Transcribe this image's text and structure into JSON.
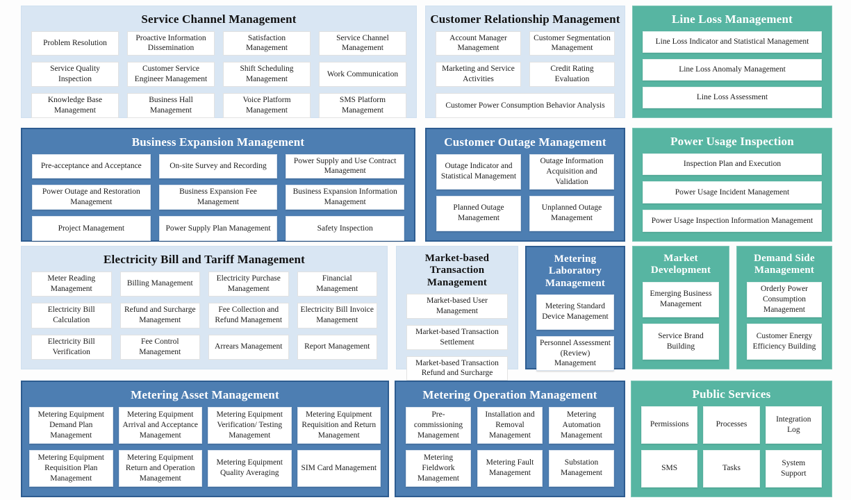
{
  "colors": {
    "panel_light": "#d9e6f3",
    "panel_blue": "#4d7eb2",
    "panel_teal": "#57b5a2",
    "box_bg": "#ffffff",
    "title_dark": "#111111",
    "title_white": "#ffffff"
  },
  "panels": [
    {
      "id": "service-channel-management",
      "title": "Service Channel Management",
      "theme": "light",
      "boxes": [
        {
          "label": "Problem Resolution"
        },
        {
          "label": "Proactive Information Dissemination"
        },
        {
          "label": "Satisfaction Management"
        },
        {
          "label": "Service Channel Management"
        },
        {
          "label": "Service Quality Inspection"
        },
        {
          "label": "Customer Service Engineer Management"
        },
        {
          "label": "Shift Scheduling Management"
        },
        {
          "label": "Work Communication"
        },
        {
          "label": "Knowledge Base Management"
        },
        {
          "label": "Business Hall Management"
        },
        {
          "label": "Voice Platform Management"
        },
        {
          "label": "SMS Platform Management"
        }
      ]
    },
    {
      "id": "customer-relationship-management",
      "title": "Customer Relationship Management",
      "theme": "light",
      "boxes": [
        {
          "label": "Account Manager Management"
        },
        {
          "label": "Customer Segmentation Management"
        },
        {
          "label": "Marketing and Service Activities"
        },
        {
          "label": "Credit Rating Evaluation"
        },
        {
          "label": "Customer Power Consumption Behavior Analysis",
          "span": 2
        }
      ]
    },
    {
      "id": "line-loss-management",
      "title": "Line Loss Management",
      "theme": "teal",
      "boxes": [
        {
          "label": "Line Loss Indicator and Statistical Management"
        },
        {
          "label": "Line Loss Anomaly Management"
        },
        {
          "label": "Line Loss Assessment"
        }
      ]
    },
    {
      "id": "business-expansion-management",
      "title": "Business Expansion Management",
      "theme": "blue",
      "boxes": [
        {
          "label": "Pre-acceptance and Acceptance"
        },
        {
          "label": "On-site Survey and Recording"
        },
        {
          "label": "Power Supply and Use Contract Management"
        },
        {
          "label": "Power Outage and Restoration Management"
        },
        {
          "label": "Business Expansion Fee Management"
        },
        {
          "label": "Business Expansion Information Management"
        },
        {
          "label": "Project Management"
        },
        {
          "label": "Power Supply Plan Management"
        },
        {
          "label": "Safety Inspection"
        }
      ]
    },
    {
      "id": "customer-outage-management",
      "title": "Customer Outage Management",
      "theme": "blue",
      "boxes": [
        {
          "label": "Outage Indicator and Statistical Management"
        },
        {
          "label": "Outage Information Acquisition and Validation"
        },
        {
          "label": "Planned Outage Management"
        },
        {
          "label": "Unplanned Outage Management"
        }
      ]
    },
    {
      "id": "power-usage-inspection",
      "title": "Power Usage Inspection",
      "theme": "teal",
      "boxes": [
        {
          "label": "Inspection Plan and Execution"
        },
        {
          "label": "Power Usage Incident Management"
        },
        {
          "label": "Power Usage Inspection Information Management"
        }
      ]
    },
    {
      "id": "electricity-bill-and-tariff-management",
      "title": "Electricity Bill and Tariff Management",
      "theme": "light",
      "boxes": [
        {
          "label": "Meter Reading Management"
        },
        {
          "label": "Billing Management"
        },
        {
          "label": "Electricity Purchase Management"
        },
        {
          "label": "Financial Management"
        },
        {
          "label": "Electricity Bill Calculation"
        },
        {
          "label": "Refund and Surcharge Management"
        },
        {
          "label": "Fee Collection and Refund Management"
        },
        {
          "label": "Electricity Bill Invoice Management"
        },
        {
          "label": "Electricity Bill Verification"
        },
        {
          "label": "Fee Control Management"
        },
        {
          "label": "Arrears Management"
        },
        {
          "label": "Report Management"
        }
      ]
    },
    {
      "id": "market-based-transaction-management",
      "title": "Market-based Transaction Management",
      "theme": "light",
      "boxes": [
        {
          "label": "Market-based User Management"
        },
        {
          "label": "Market-based Transaction Settlement"
        },
        {
          "label": "Market-based Transaction Refund and Surcharge"
        }
      ]
    },
    {
      "id": "metering-laboratory-management",
      "title": "Metering Laboratory Management",
      "theme": "blue",
      "boxes": [
        {
          "label": "Metering Standard Device Management"
        },
        {
          "label": "Personnel Assessment (Review) Management"
        }
      ]
    },
    {
      "id": "market-development",
      "title": "Market Development",
      "theme": "teal",
      "boxes": [
        {
          "label": "Emerging Business Management"
        },
        {
          "label": "Service Brand Building"
        }
      ]
    },
    {
      "id": "demand-side-management",
      "title": "Demand Side Management",
      "theme": "teal",
      "boxes": [
        {
          "label": "Orderly Power Consumption Management"
        },
        {
          "label": "Customer Energy Efficiency Building"
        }
      ]
    },
    {
      "id": "metering-asset-management",
      "title": "Metering Asset Management",
      "theme": "blue",
      "boxes": [
        {
          "label": "Metering Equipment Demand Plan Management"
        },
        {
          "label": "Metering Equipment Arrival and Acceptance Management"
        },
        {
          "label": "Metering Equipment Verification/ Testing Management"
        },
        {
          "label": "Metering Equipment Requisition and Return Management"
        },
        {
          "label": "Metering Equipment Requisition Plan Management"
        },
        {
          "label": "Metering Equipment Return and Operation Management"
        },
        {
          "label": "Metering Equipment Quality Averaging"
        },
        {
          "label": "SIM Card Management"
        }
      ]
    },
    {
      "id": "metering-operation-management",
      "title": "Metering Operation Management",
      "theme": "blue",
      "boxes": [
        {
          "label": "Pre-commissioning Management"
        },
        {
          "label": "Installation and Removal Management"
        },
        {
          "label": "Metering Automation Management"
        },
        {
          "label": "Metering Fieldwork Management"
        },
        {
          "label": "Metering Fault Management"
        },
        {
          "label": "Substation Management"
        }
      ]
    },
    {
      "id": "public-services",
      "title": "Public Services",
      "theme": "teal",
      "boxes": [
        {
          "label": "Permissions"
        },
        {
          "label": "Processes"
        },
        {
          "label": "Integration Log"
        },
        {
          "label": "SMS"
        },
        {
          "label": "Tasks"
        },
        {
          "label": "System Support"
        }
      ]
    }
  ]
}
